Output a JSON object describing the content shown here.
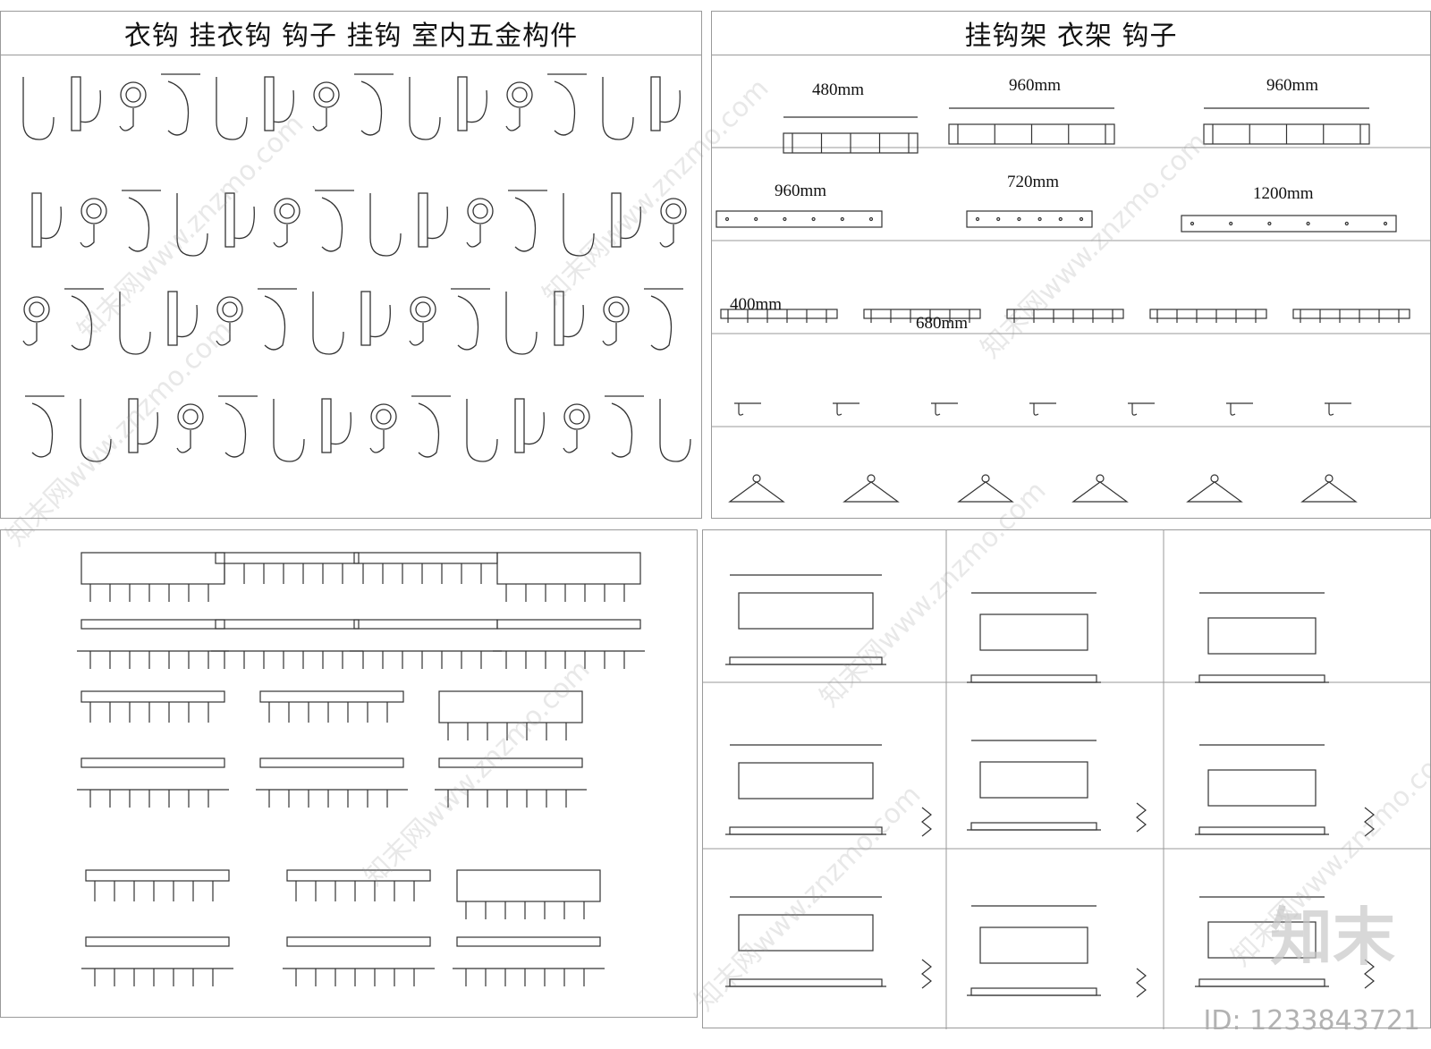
{
  "titles": {
    "left": "衣钩 挂衣钩 钩子 挂钩 室内五金构件",
    "right": "挂钩架 衣架 钩子"
  },
  "dimensions": {
    "r1a": "480mm",
    "r1b": "960mm",
    "r1c": "960mm",
    "r2a": "960mm",
    "r2b": "720mm",
    "r2c": "1200mm",
    "r3a": "400mm",
    "r3b": "680mm"
  },
  "watermark": {
    "site": "知末网www.znzmo.com",
    "logo": "知末",
    "id": "ID: 1233843721"
  },
  "colors": {
    "line": "#333333",
    "border": "#9a9a9a"
  }
}
